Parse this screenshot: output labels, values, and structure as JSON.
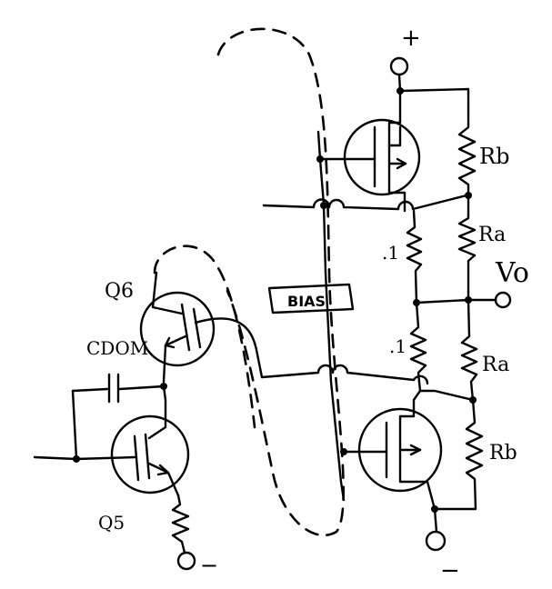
{
  "labels": {
    "plus": "+",
    "rb_top": "Rb",
    "ra_top": "Ra",
    "vo": "Vo",
    "ra_bottom": "Ra",
    "rb_bottom": "Rb",
    "r_top": ".1",
    "r_bottom": ".1",
    "bias": "BIAS",
    "q6": "Q6",
    "cdom": "CDOM",
    "q5": "Q5",
    "minus_left": "−",
    "minus_right": "−"
  },
  "icons": {
    "transistor_bjt": "bjt-transistor-icon",
    "transistor_mosfet": "mosfet-transistor-icon",
    "resistor": "resistor-icon",
    "capacitor": "capacitor-icon",
    "terminal": "terminal-circle-icon"
  }
}
